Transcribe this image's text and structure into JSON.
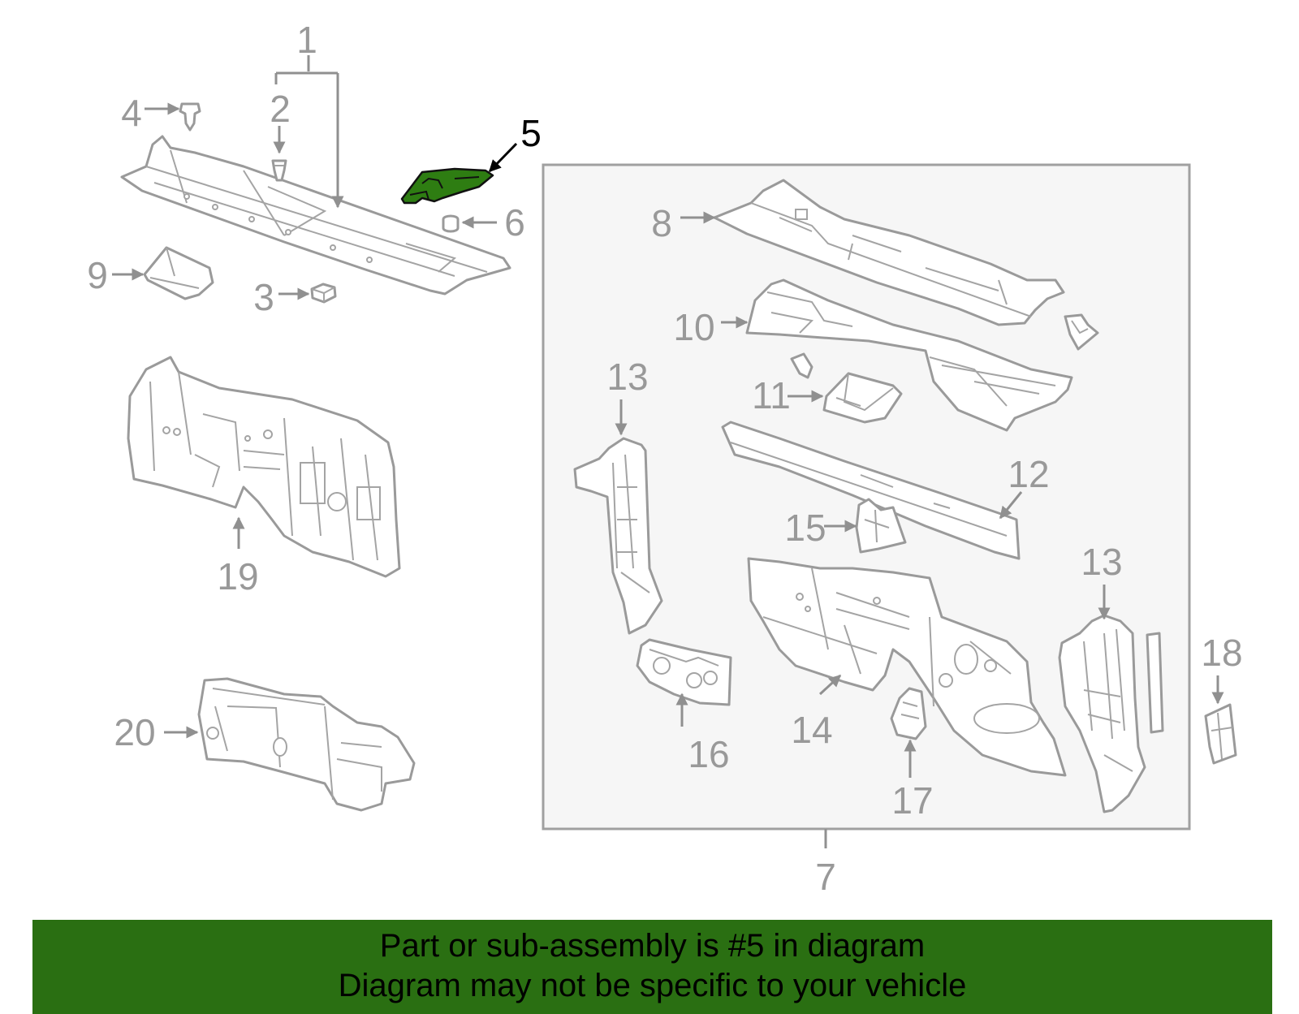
{
  "callouts": {
    "c1": "1",
    "c2": "2",
    "c3": "3",
    "c4": "4",
    "c5": "5",
    "c6": "6",
    "c7": "7",
    "c8": "8",
    "c9": "9",
    "c10": "10",
    "c11": "11",
    "c12": "12",
    "c13a": "13",
    "c13b": "13",
    "c14": "14",
    "c15": "15",
    "c16": "16",
    "c17": "17",
    "c18": "18",
    "c19": "19",
    "c20": "20"
  },
  "highlighted_part": "5",
  "colors": {
    "highlight": "#2e7d12",
    "banner": "#2a6f12",
    "callout": "#999999",
    "line_art": "#9a9a9a",
    "box_fill": "#f6f6f6"
  },
  "banner": {
    "line1": "Part or sub-assembly is #5 in diagram",
    "line2": "Diagram may not be specific to your vehicle"
  }
}
